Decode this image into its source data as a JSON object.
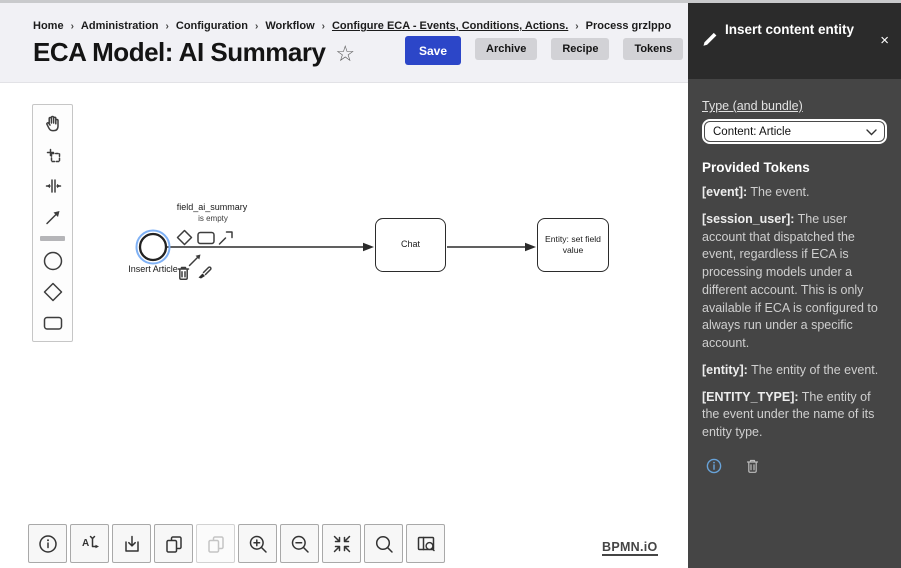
{
  "breadcrumb": {
    "separator": "›",
    "items": [
      "Home",
      "Administration",
      "Configuration",
      "Workflow",
      "Configure ECA - Events, Conditions, Actions.",
      "Process grzlppo"
    ]
  },
  "header": {
    "title": "ECA Model: AI Summary",
    "star_icon": "☆",
    "save_label": "Save",
    "archive_label": "Archive",
    "recipe_label": "Recipe",
    "tokens_label": "Tokens"
  },
  "palette": {
    "items": [
      "hand-tool",
      "lasso-tool",
      "space-tool",
      "global-connect-tool",
      "create-start-event",
      "create-gateway",
      "create-task"
    ]
  },
  "diagram": {
    "start_event_label": "Insert Article",
    "flow_label_line1": "field_ai_summary",
    "flow_label_line2": "is empty",
    "task1_label": "Chat",
    "task2_label": "Entity: set field value",
    "context_pad_icons": [
      "append-gateway",
      "append-task",
      "append-annotation",
      "connect-tool",
      "delete",
      "change-type"
    ],
    "selection_color": "#7fb1f5"
  },
  "bottom_toolbar": {
    "buttons": [
      "info",
      "auto-layout",
      "download",
      "copy",
      "paste",
      "zoom-in",
      "zoom-out",
      "reset-zoom",
      "search",
      "minimap"
    ],
    "disabled": [
      "paste"
    ]
  },
  "logo": {
    "text": "BPMN.iO"
  },
  "sidebar": {
    "title": "Insert content entity",
    "close_icon": "×",
    "type_label": "Type (and bundle)",
    "type_value": "Content: Article",
    "tokens_heading": "Provided Tokens",
    "tokens": [
      {
        "name": "[event]:",
        "desc": "The event."
      },
      {
        "name": "[session_user]:",
        "desc": "The user account that dispatched the event, regardless if ECA is processing models under a different account. This is only available if ECA is configured to always run under a specific account."
      },
      {
        "name": "[entity]:",
        "desc": "The entity of the event."
      },
      {
        "name": "[ENTITY_TYPE]:",
        "desc": "The entity of the event under the name of its entity type."
      }
    ],
    "colors": {
      "header_bg": "#2b2b2b",
      "body_bg": "#454545",
      "info_icon": "#68a3d9"
    }
  },
  "colors": {
    "save_button": "#2c46c8",
    "header_bg": "#f1f1f5"
  }
}
